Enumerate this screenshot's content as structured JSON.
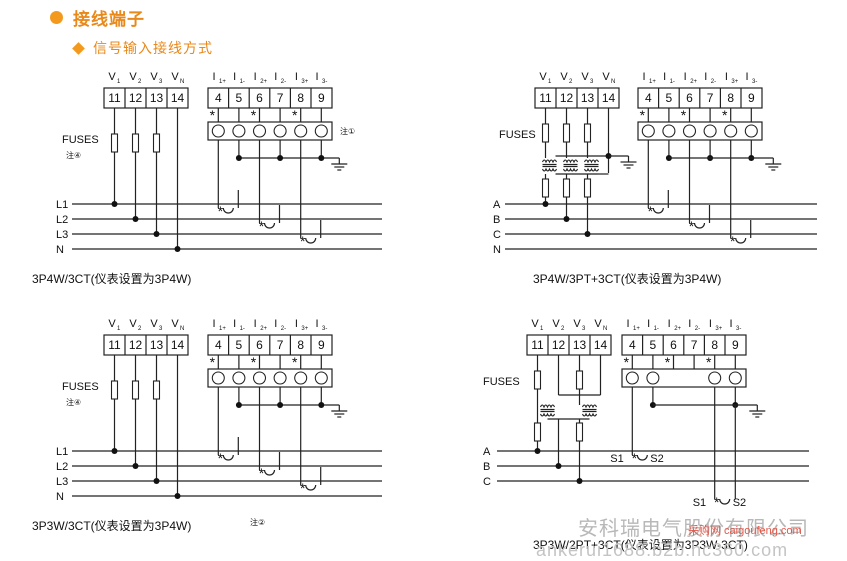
{
  "section_title": "接线端子",
  "subsection_title": "信号输入接线方式",
  "voltage_terminals": [
    "11",
    "12",
    "13",
    "14"
  ],
  "current_terminals": [
    "4",
    "5",
    "6",
    "7",
    "8",
    "9"
  ],
  "fuses_label": "FUSES",
  "note4": "注④",
  "note1": "注①",
  "note2": "注②",
  "lines_L": [
    "L1",
    "L2",
    "L3",
    "N"
  ],
  "lines_ABC": [
    "A",
    "B",
    "C",
    "N"
  ],
  "lines_ABC3": [
    "A",
    "B",
    "C"
  ],
  "s1": "S1",
  "s2": "S2",
  "captions": {
    "d1": "3P4W/3CT(仪表设置为3P4W)",
    "d2": "3P4W/3PT+3CT(仪表设置为3P4W)",
    "d3": "3P3W/3CT(仪表设置为3P4W)",
    "d4": "3P3W/2PT+3CT(仪表设置为3P3W-3CT)"
  },
  "watermarks": {
    "company": "安科瑞电气股份有限公司",
    "url": "ankerui1688.b2b.hc360.com",
    "site": "采购网 caigoufeng.com"
  }
}
